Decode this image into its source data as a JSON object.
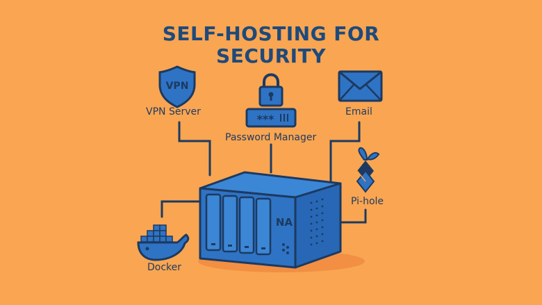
{
  "title": {
    "line1": "SELF-HOSTING FOR",
    "line2": "SECURITY"
  },
  "nodes": {
    "vpn": {
      "label": "VPN Server",
      "icon": "shield-icon",
      "icon_text": "VPN"
    },
    "password": {
      "label": "Password Manager",
      "icon": "padlock-icon",
      "field_text": "***"
    },
    "email": {
      "label": "Email",
      "icon": "envelope-icon"
    },
    "pihole": {
      "label": "Pi-hole",
      "icon": "pihole-logo-icon"
    },
    "docker": {
      "label": "Docker",
      "icon": "docker-whale-icon"
    }
  },
  "nas": {
    "label": "NA",
    "icon": "nas-server-icon"
  },
  "colors": {
    "background": "#F9A552",
    "primary_blue": "#2F73C4",
    "outline": "#1C3A60",
    "text": "#1E3A5F"
  }
}
